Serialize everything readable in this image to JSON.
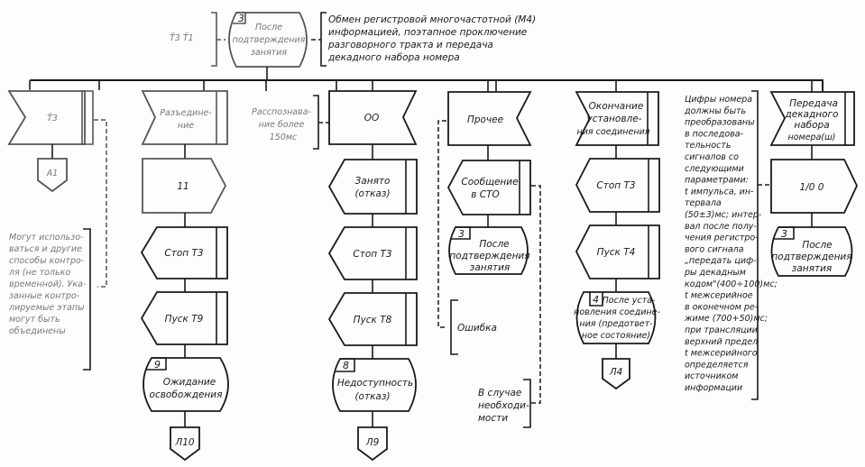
{
  "diagram": {
    "type": "SDL flowchart",
    "header": {
      "input_labels": "Т̄3  Т̄1",
      "state_number": "3",
      "state_lines": [
        "После",
        "подтверждения",
        "занятия"
      ],
      "comment_lines": [
        "Обмен регистровой многочастотной (М4)",
        "информацией, поэтапное проключение",
        "разговорного тракта и передача",
        "декадного набора номера"
      ]
    },
    "branches": [
      {
        "id": "t3",
        "input_lines": [
          "Т̄3"
        ],
        "steps": [],
        "terminal": "А1",
        "note_lines": [
          "Могут использо-",
          "ваться и другие",
          "способы контро-",
          "ля (не только",
          "временной). Ука-",
          "занные контро-",
          "лируемые этапы",
          "могут быть",
          "объединены"
        ]
      },
      {
        "id": "disconnect",
        "input_lines": [
          "Разъедине-",
          "ние"
        ],
        "steps": [
          {
            "kind": "output",
            "lines": [
              "11"
            ]
          },
          {
            "kind": "task",
            "lines": [
              "Стоп Т3"
            ]
          },
          {
            "kind": "task",
            "lines": [
              "Пуск Т9"
            ]
          }
        ],
        "state_number": "9",
        "state_lines": [
          "Ожидание",
          "освобождения"
        ],
        "terminal": "Л10"
      },
      {
        "id": "oo",
        "input_lines": [
          "ОО"
        ],
        "side_note_lines": [
          "Расспознава-",
          "ние более",
          "150мс"
        ],
        "steps": [
          {
            "kind": "task",
            "lines": [
              "Занято",
              "(отказ)"
            ]
          },
          {
            "kind": "task",
            "lines": [
              "Стоп Т3"
            ]
          },
          {
            "kind": "task",
            "lines": [
              "Пуск Т8"
            ]
          }
        ],
        "state_number": "8",
        "state_lines": [
          "Недоступность",
          "(отказ)"
        ],
        "terminal": "Л9"
      },
      {
        "id": "other",
        "input_lines": [
          "Прочее"
        ],
        "steps": [
          {
            "kind": "task",
            "lines": [
              "Сообщение",
              "в СТО"
            ]
          }
        ],
        "state_number": "3",
        "state_lines": [
          "После",
          "подтверждения",
          "занятия"
        ],
        "error_note": "Ошибка",
        "necessity_note_lines": [
          "В случае",
          "необходи-",
          "мости"
        ]
      },
      {
        "id": "end-setup",
        "input_lines": [
          "Окончание",
          "установле-",
          "ния соединения"
        ],
        "steps": [
          {
            "kind": "task",
            "lines": [
              "Стоп Т3"
            ]
          },
          {
            "kind": "task",
            "lines": [
              "Пуск Т4"
            ]
          }
        ],
        "state_number": "4",
        "state_lines": [
          "После уста-",
          "новления соедине-",
          "ния (предответ-",
          "ное состояние)"
        ],
        "terminal": "Л4"
      },
      {
        "id": "decade",
        "input_lines": [
          "Передача",
          "декадного",
          "набора",
          "номера(ш)"
        ],
        "steps": [
          {
            "kind": "output",
            "lines": [
              "1/0  0"
            ]
          }
        ],
        "state_number": "3",
        "state_lines": [
          "После",
          "подтверждения",
          "занятия"
        ],
        "note_lines": [
          "Цифры номера",
          "должны быть",
          "преобразованы",
          "в последова-",
          "тельность",
          "сигналов со",
          "следующими",
          "параметрами:",
          "t импульса, ин-",
          "тервала",
          "(50±3)мс; интер-",
          "вал после полу-",
          "чения регистро-",
          "вого сигнала",
          "„передать циф-",
          "ры декадным",
          "кодом\"(400÷100)мс;",
          "t межсерийное",
          "в оконечном ре-",
          "жиме (700+50)мс;",
          "при трансляции",
          "верхний предел",
          "t межсерийного",
          "определяется",
          "источником",
          "информации"
        ]
      }
    ]
  }
}
